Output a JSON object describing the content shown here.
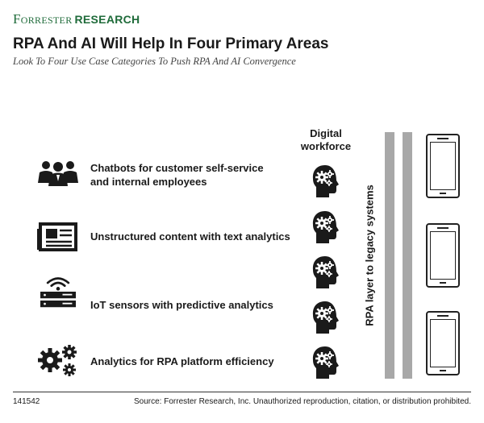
{
  "brand": {
    "part1": "Forrester",
    "part2": "RESEARCH"
  },
  "header": {
    "title": "RPA And AI Will Help In Four Primary Areas",
    "subtitle": "Look To Four Use Case Categories To Push RPA And AI Convergence"
  },
  "column_header": {
    "line1": "Digital",
    "line2": "workforce"
  },
  "rows": [
    {
      "icon": "people-icon",
      "line1": "Chatbots for customer self-service",
      "line2": "and internal employees"
    },
    {
      "icon": "newspaper-icon",
      "line1": "Unstructured content with text analytics",
      "line2": ""
    },
    {
      "icon": "iot-sensor-icon",
      "line1": "IoT sensors with predictive analytics",
      "line2": ""
    },
    {
      "icon": "gears-icon",
      "line1": "Analytics for RPA platform efficiency",
      "line2": ""
    }
  ],
  "digital_workforce_count": 5,
  "head_icon": "robot-head-gear-icon",
  "rpa_layer_label": "RPA layer to legacy systems",
  "legacy_system_count": 3,
  "legacy_icon": "device-icon",
  "footer": {
    "figure_id": "141542",
    "source": "Source: Forrester Research, Inc. Unauthorized reproduction, citation, or distribution prohibited."
  },
  "colors": {
    "brand": "#1f6b3a",
    "text": "#1a1a1a",
    "rail": "#a8a8a8"
  }
}
